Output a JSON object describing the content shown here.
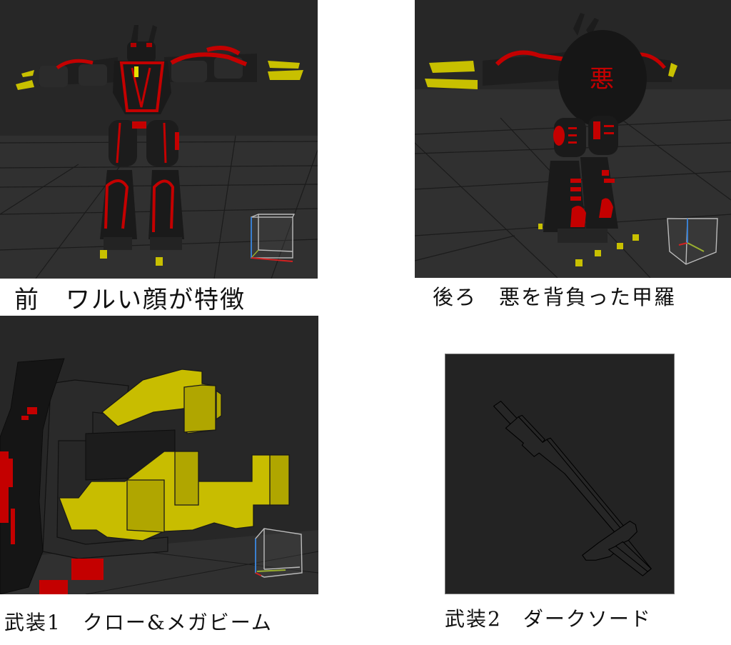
{
  "figure": {
    "panels": [
      {
        "id": "front",
        "view": "front",
        "caption": "前　ワルい顔が特徴",
        "scene": {
          "background": "#262626",
          "floor": "#303030",
          "grid_line": "#1a1a1a"
        },
        "model_colors": {
          "body": "#1c1c1c",
          "accent": "#c40000",
          "claw": "#c8c000"
        },
        "gizmo": {
          "label": "view-orientation-cube",
          "axes": {
            "x": "#d22020",
            "y": "#9ab030",
            "z": "#3a7fd0"
          }
        }
      },
      {
        "id": "back",
        "view": "back",
        "caption": "後ろ　悪を背負った甲羅",
        "back_emblem": "悪",
        "scene": {
          "background": "#262626",
          "floor": "#303030",
          "grid_line": "#1a1a1a"
        },
        "model_colors": {
          "body": "#1c1c1c",
          "accent": "#c40000",
          "claw": "#c8c000"
        },
        "gizmo": {
          "label": "view-orientation-cube",
          "axes": {
            "x": "#d22020",
            "y": "#9ab030",
            "z": "#3a7fd0"
          }
        }
      },
      {
        "id": "weapon1",
        "view": "close-up",
        "caption": "武装1　クロー&メガビーム",
        "scene": {
          "background": "#262626",
          "floor": "#303030",
          "grid_line": "#1a1a1a"
        },
        "model_colors": {
          "body": "#2a2a2a",
          "accent": "#c40000",
          "claw": "#c8bd00"
        },
        "gizmo": {
          "label": "view-orientation-cube",
          "axes": {
            "x": "#d22020",
            "y": "#9ab030",
            "z": "#3a7fd0"
          }
        }
      },
      {
        "id": "weapon2",
        "view": "wireframe",
        "caption": "武装2　ダークソード",
        "scene": {
          "background": "#232323"
        },
        "model_colors": {
          "body": "#242424",
          "outline": "#000000"
        }
      }
    ]
  }
}
